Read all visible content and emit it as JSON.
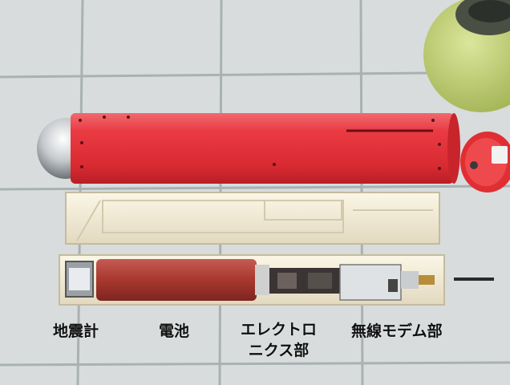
{
  "labels": {
    "seismometer": "地震計",
    "battery": "電池",
    "electronics_line1": "エレクトロ",
    "electronics_line2": "ニクス部",
    "modem": "無線モデム部"
  },
  "colors": {
    "tile_floor": "#cfd4d4",
    "tile_grout": "#a9b1b2",
    "body_tube": "#e8343d",
    "nose_cone": "#c9ccd0",
    "chassis": "#f3ecd8",
    "battery": "#b5423c",
    "green_cover": "#c3d27a",
    "end_cap": "#e02e33"
  }
}
